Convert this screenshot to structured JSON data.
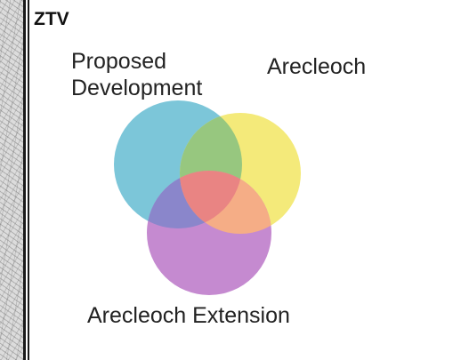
{
  "title": "ZTV",
  "diagram": {
    "type": "venn",
    "sets": [
      {
        "key": "proposed",
        "label_line1": "Proposed",
        "label_line2": "Development",
        "color": "#7cc6d9"
      },
      {
        "key": "arecleoch",
        "label": "Arecleoch",
        "color": "#f4ea7a"
      },
      {
        "key": "extension",
        "label": "Arecleoch Extension",
        "color": "#c58ad0"
      }
    ],
    "overlap_colors": {
      "proposed_arecleoch": "#97c77f",
      "proposed_extension": "#8a86cb",
      "arecleoch_extension": "#f5ad86",
      "all_three": "#e98483"
    }
  }
}
